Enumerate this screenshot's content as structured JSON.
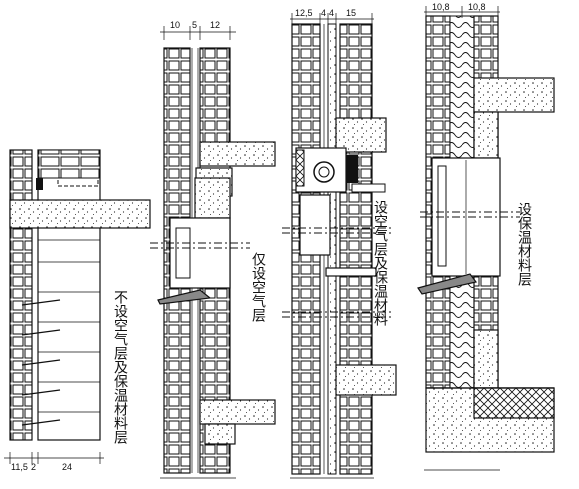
{
  "figure": {
    "section_a": {
      "label": "不设空气层及保温材料层",
      "dims": [
        "11,5",
        "2",
        "24"
      ]
    },
    "section_b": {
      "label": "仅设空气层",
      "dims": [
        "10",
        "5",
        "12"
      ]
    },
    "section_c": {
      "label": "设空气层及保温材料",
      "dims": [
        "12,5",
        "4",
        "4",
        "15"
      ]
    },
    "section_d": {
      "label": "设保温材料层",
      "dims": [
        "10,8",
        "10,8"
      ]
    }
  }
}
